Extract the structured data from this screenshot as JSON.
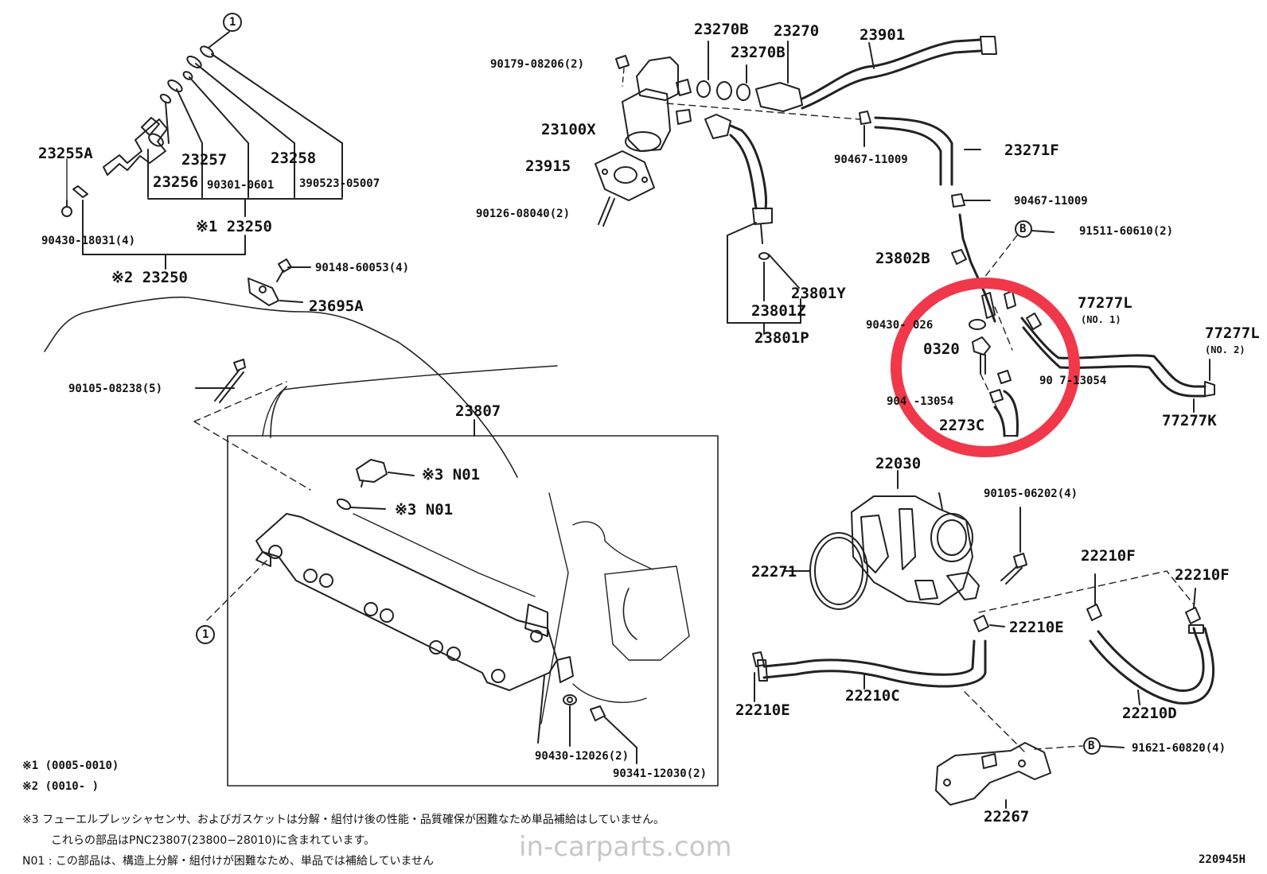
{
  "colors": {
    "line": "#222222",
    "highlight": "#f0384a",
    "watermark": "#c8c8c8"
  },
  "callouts": {
    "circle_one": "1",
    "circle_b": "B"
  },
  "parts": {
    "p23270B_a": "23270B",
    "p23270": "23270",
    "p23901": "23901",
    "p23270B_b": "23270B",
    "p90179": "90179-08206(2)",
    "p23100X": "23100X",
    "p23915": "23915",
    "p90126": "90126-08040(2)",
    "p90467a": "90467-11009",
    "p23271F": "23271F",
    "p90467b": "90467-11009",
    "p91511": "91511-60610(2)",
    "p23802B": "23802B",
    "p23801Y": "23801Y",
    "p23801Z": "23801Z",
    "p23801P": "23801P",
    "p77277L_1": "77277L",
    "p77277L_1_no": "(NO. 1)",
    "p77277L_2": "77277L",
    "p77277L_2_no": "(NO. 2)",
    "p77277K": "77277K",
    "p90430_026": "90430-  026",
    "p_0320": "0320",
    "p90_13054a": "90  7-13054",
    "p90_13054b": "904  -13054",
    "p2273C": "2273C",
    "p23255A": "23255A",
    "p23257": "23257",
    "p23258": "23258",
    "p23256": "23256",
    "p90301": "90301-0601",
    "p90523": "390523-05007",
    "p23250_1": "※1 23250",
    "p90430_18031": "90430-18031(4)",
    "p23250_2": "※2 23250",
    "p90148": "90148-60053(4)",
    "p23695A": "23695A",
    "p90105_08238": "90105-08238(5)",
    "p23807": "23807",
    "pN01a": "※3 N01",
    "pN01b": "※3 N01",
    "p90430_12026": "90430-12026(2)",
    "p90341": "90341-12030(2)",
    "p22030": "22030",
    "p90105_06202": "90105-06202(4)",
    "p22271": "22271",
    "p22210F_a": "22210F",
    "p22210F_b": "22210F",
    "p22210E_a": "22210E",
    "p22210E_b": "22210E",
    "p22210C": "22210C",
    "p22210D": "22210D",
    "p91621": "91621-60820(4)",
    "p22267": "22267"
  },
  "notes": {
    "n1": "※1 (0005-0010)",
    "n2": "※2 (0010-       )",
    "n3": "※3 フューエルプレッシャセンサ、およびガスケットは分解・組付け後の性能・品質確保が困難なため単品補給はしていません。",
    "n3b": "これらの部品はPNC23807(23800−28010)に含まれています。",
    "n4": "N01 : この部品は、構造上分解・組付けが困難なため、単品では補給していません"
  },
  "diagram_code": "220945H",
  "watermark": "in-carparts.com"
}
